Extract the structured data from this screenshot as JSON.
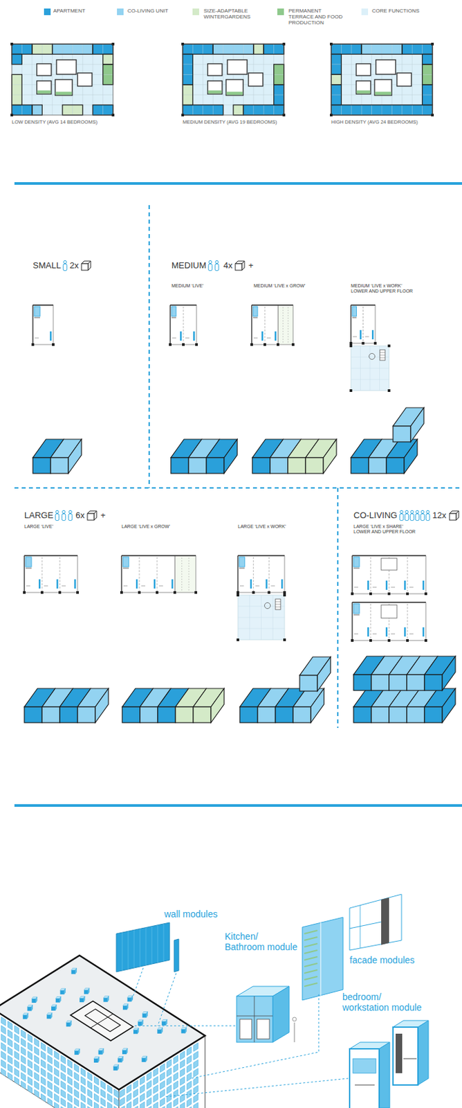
{
  "diagram": {
    "labels": [
      "LOW DENSITY (AVG 14 BEDROOMS)",
      "MEDIUM DENSITY (AVG 19 BEDROOMS)",
      "HIGH DENSITY (AVG 24 BEDROOMS)",
      "SMALL",
      "2x",
      "MEDIUM",
      "4x",
      "+",
      "MEDIUM ‘LIVE’",
      "MEDIUM ‘LIVE x GROW’",
      "MEDIUM ‘LIVE x WORK’ LOWER AND UPPER FLOOR",
      "LARGE",
      "6x",
      "+",
      "LARGE ‘LIVE’",
      "LARGE ‘LIVE x GROW’",
      "LARGE ‘LIVE x WORK’",
      "CO-LIVING",
      "12x",
      "LARGE ‘LIVE x SHARE’ LOWER AND UPPER FLOOR",
      "wall modules",
      "Kitchen/ Bathroom module",
      "facade modules",
      "bedroom/ workstation module"
    ],
    "legend": [
      {
        "text": "APARTMENT",
        "color": "#2aa0da"
      },
      {
        "text": "CO-LIVING UNIT",
        "color": "#93d3f1"
      },
      {
        "text": "SIZE-ADAPTABLE WINTERGARDENS",
        "color": "#d4eac8"
      },
      {
        "text": "PERMANENT TERRACE AND FOOD PRODUCTION",
        "color": "#8fc98c"
      },
      {
        "text": "CORE FUNCTIONS",
        "color": "#dcf0f9"
      }
    ]
  }
}
